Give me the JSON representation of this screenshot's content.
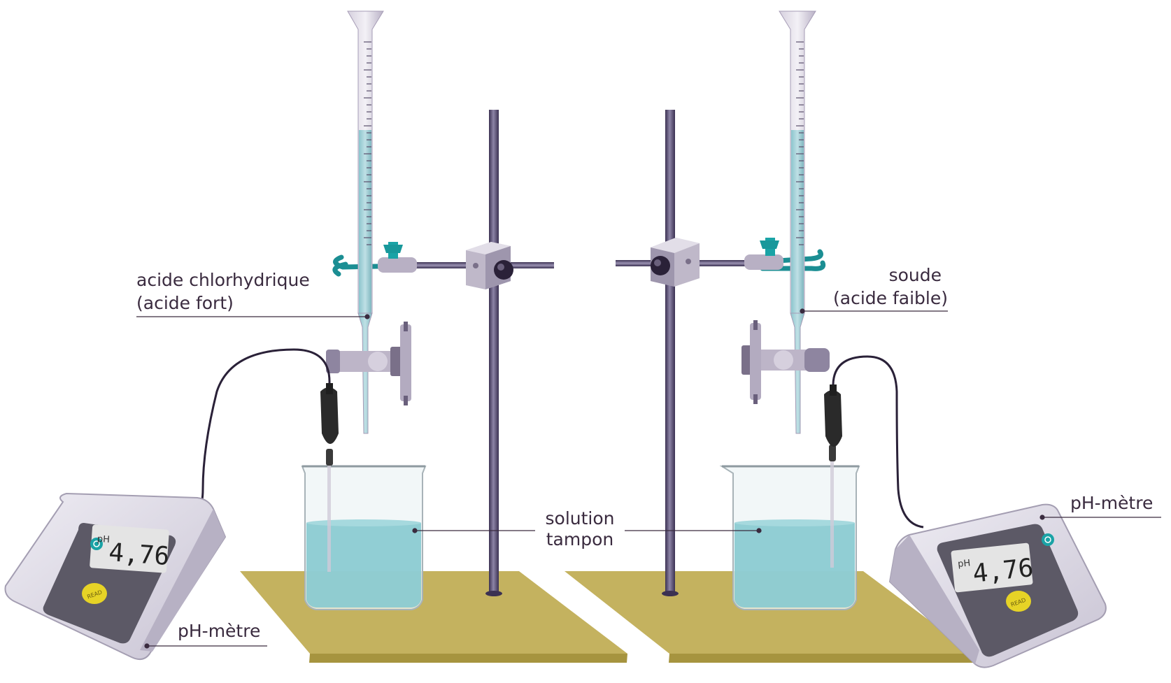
{
  "labels": {
    "hcl_line1": "acide chlorhydrique",
    "hcl_line2": "(acide fort)",
    "soude_line1": "soude",
    "soude_line2": "(acide faible)",
    "solution_line1": "solution",
    "solution_line2": "tampon",
    "phmetre_left": "pH-mètre",
    "phmetre_right": "pH-mètre"
  },
  "meters": {
    "left": {
      "unit": "pH",
      "reading": "4,76",
      "button": "READ"
    },
    "right": {
      "unit": "pH",
      "reading": "4,76",
      "button": "READ"
    }
  },
  "colors": {
    "liquid": "#86c9cf",
    "base": "#c4b25f",
    "rod": "#4a3f63",
    "meter_body": "#d9d6e2",
    "meter_panel": "#5c5966",
    "lcd": "#e4e4e4",
    "read_button": "#e6d326",
    "power_button": "#1aa3a6",
    "label_text": "#3a2b3f"
  }
}
